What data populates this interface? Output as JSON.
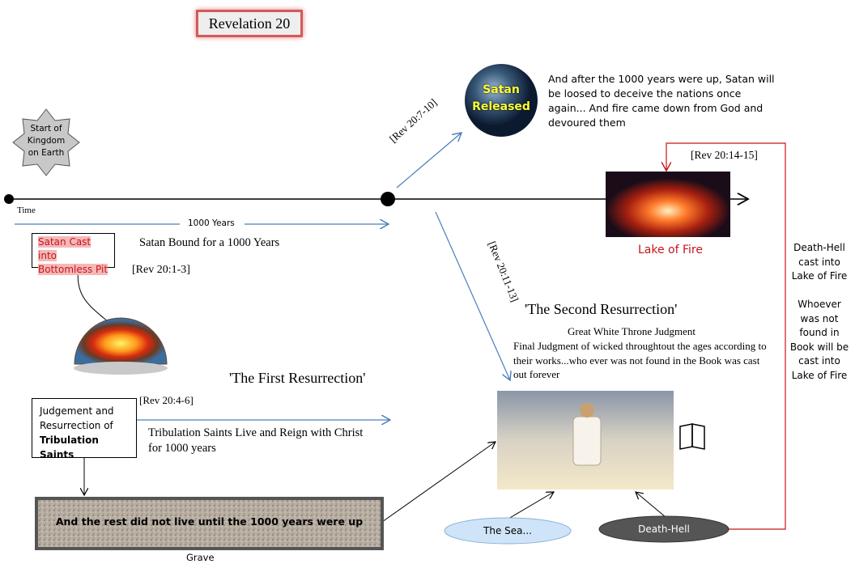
{
  "title": "Revelation 20",
  "star_label": "Start of Kingdom on Earth",
  "timeline": {
    "time_label": "Time",
    "span_label": "1000 Years"
  },
  "satan_cast": {
    "label": "Satan Cast into Bottomless Pit",
    "description": "Satan Bound for a 1000 Years",
    "ref": "[Rev 20:1-3]"
  },
  "first_resurrection": {
    "title": "'The First Resurrection'",
    "box_label_1": "Judgement and Resurrection of",
    "box_label_2": "Tribulation Saints",
    "ref": "[Rev 20:4-6]",
    "line1": "Tribulation Saints Live and Reign with Christ",
    "line2": "for 1000 years"
  },
  "grave": {
    "text": "And the rest did not live until the 1000 years were up",
    "label": "Grave"
  },
  "satan_released": {
    "globe_label_1": "Satan",
    "globe_label_2": "Released",
    "ref": "[Rev 20:7-10]",
    "text": "And after the 1000  years were up, Satan will be loosed to deceive the nations once again... And fire came down from God and devoured them"
  },
  "lake_of_fire": {
    "label": "Lake of Fire",
    "ref": "[Rev 20:14-15]"
  },
  "side_note": {
    "part1": "Death-Hell cast into Lake of Fire",
    "part2": "Whoever was not found in Book will be cast into Lake of Fire"
  },
  "second_resurrection": {
    "title": "'The Second Resurrection'",
    "ref": "[Rev 20:11-13]",
    "subtitle": "Great White Throne Judgment",
    "text": "Final Judgment of wicked throughtout the ages according to their works...who ever was not found in the Book was cast out forever"
  },
  "clouds": {
    "sea": "The Sea...",
    "death_hell": "Death-Hell"
  },
  "colors": {
    "accent_red": "#c8141a",
    "arrow_blue": "#4a7ebb"
  }
}
